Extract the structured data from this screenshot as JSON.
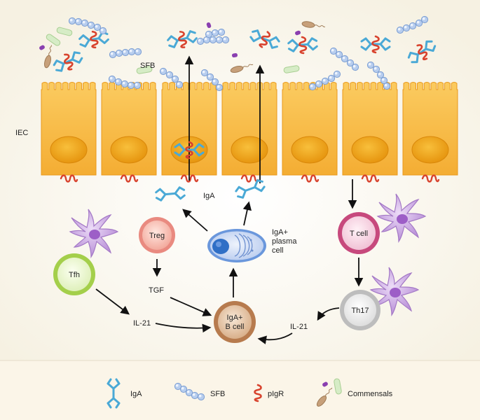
{
  "labels": {
    "sfb": "SFB",
    "iec": "IEC",
    "iga_center": "IgA",
    "plasma_line1": "IgA+",
    "plasma_line2": "plasma",
    "plasma_line3": "cell",
    "treg": "Treg",
    "tfh": "Tfh",
    "tgf": "TGF",
    "il21_left": "IL-21",
    "il21_right": "IL-21",
    "bcell_line1": "IgA+",
    "bcell_line2": "B cell",
    "tcell": "T cell",
    "th17": "Th17"
  },
  "legend": [
    {
      "label": "IgA",
      "icon": "iga-antibody-icon"
    },
    {
      "label": "SFB",
      "icon": "sfb-chain-icon"
    },
    {
      "label": "pIgR",
      "icon": "pigr-receptor-icon"
    },
    {
      "label": "Commensals",
      "icon": "commensal-bacteria-icon"
    }
  ],
  "colors": {
    "epithelium": "#f7b844",
    "nucleus": "#eea21a",
    "pigr": "#d8432e",
    "iga": "#4aa9d6",
    "sfb": "#8fb2de",
    "treg": "#e98a80",
    "tfh": "#a4cf4b",
    "bcell": "#b77b4e",
    "tcell": "#c7497d",
    "th17": "#bdbdbd",
    "dendritic": "#b78ad6",
    "plasma": "#5a8fd8"
  }
}
